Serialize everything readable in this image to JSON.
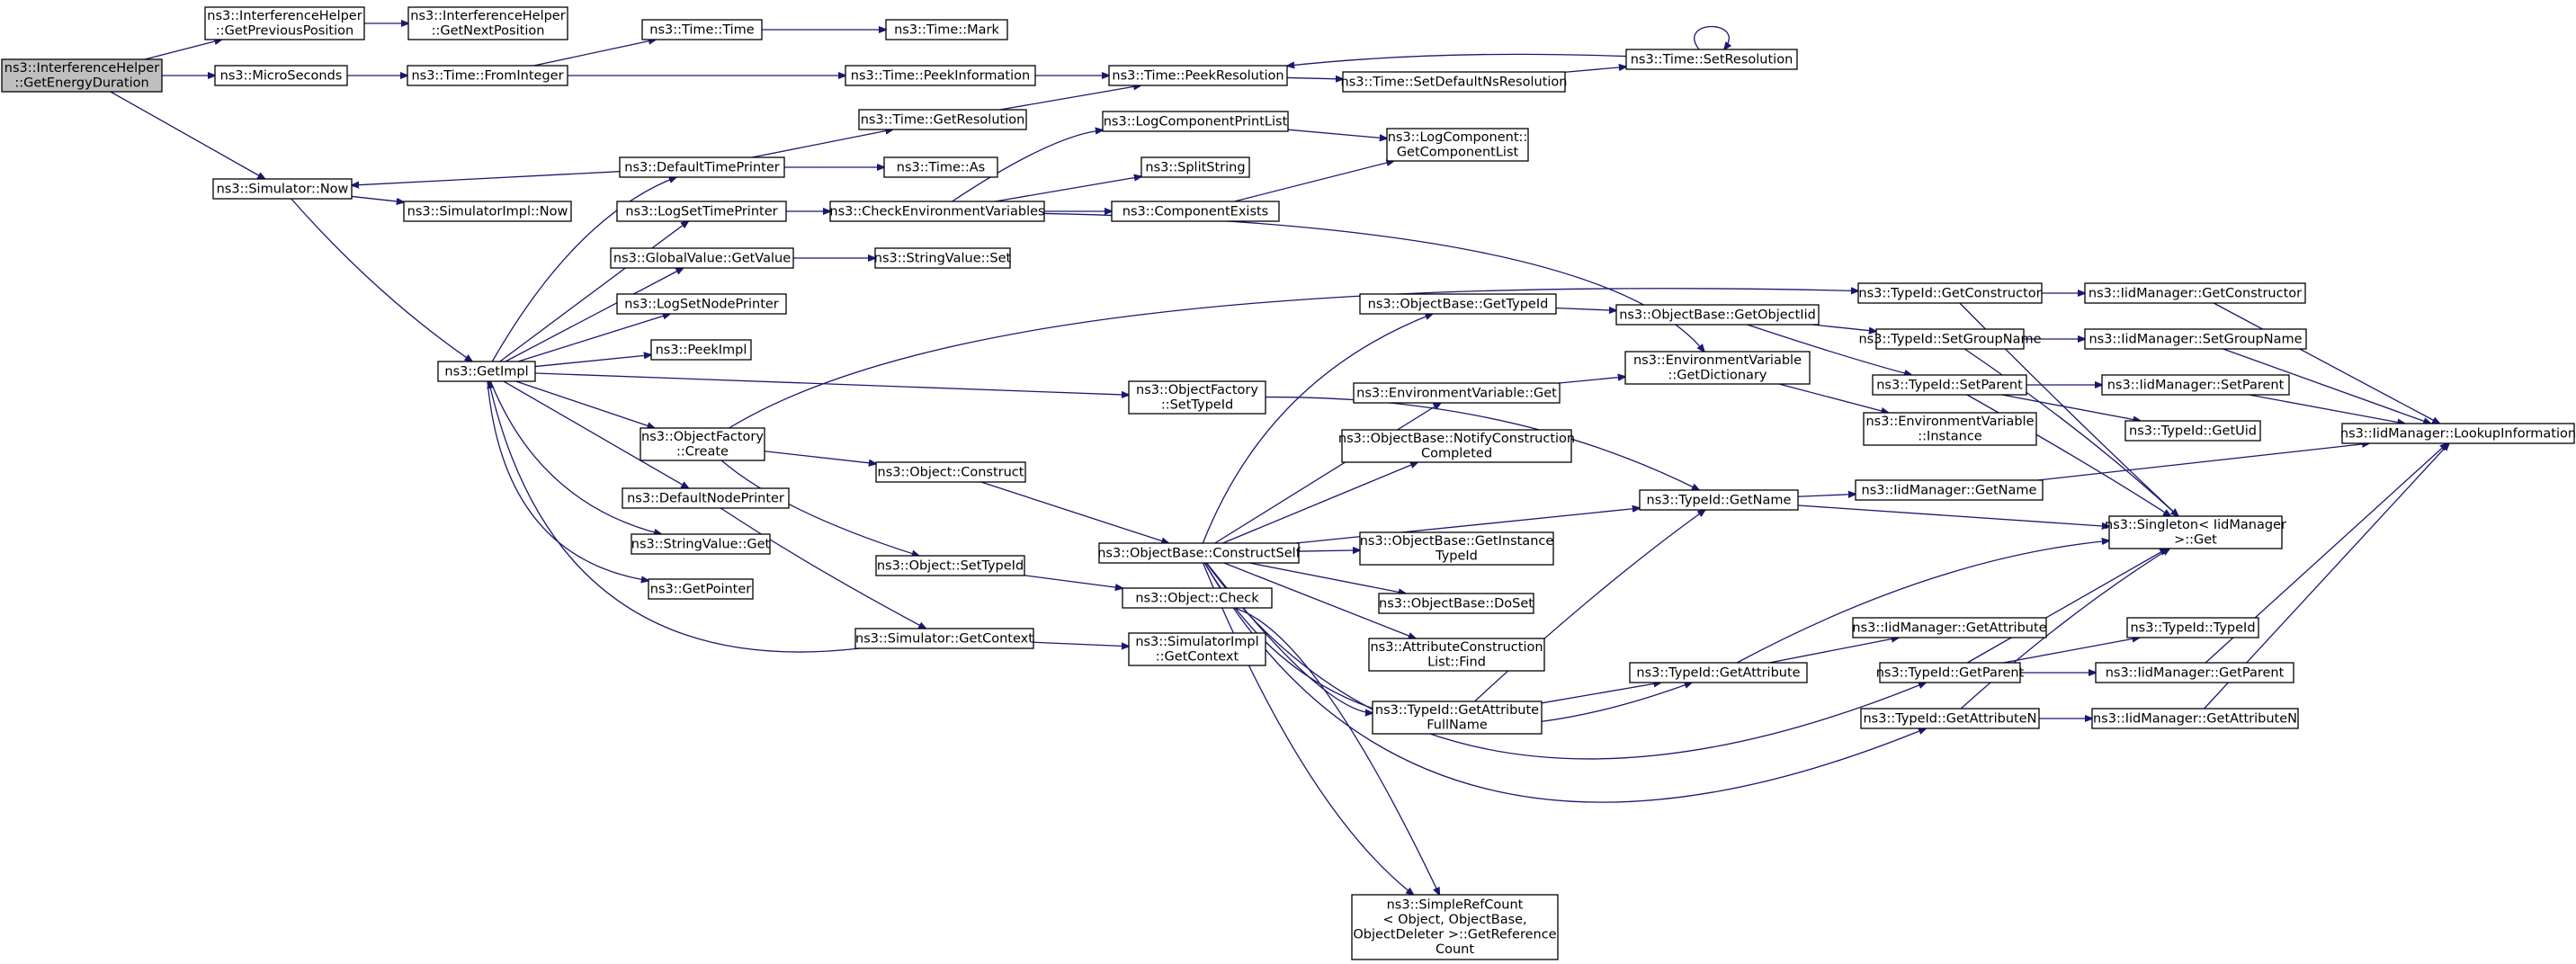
{
  "nodes": [
    {
      "id": "root",
      "lines": [
        "ns3::InterferenceHelper",
        "::GetEnergyDuration"
      ]
    },
    {
      "id": "n_getprevpos",
      "lines": [
        "ns3::InterferenceHelper",
        "::GetPreviousPosition"
      ]
    },
    {
      "id": "n_getnextpos",
      "lines": [
        "ns3::InterferenceHelper",
        "::GetNextPosition"
      ]
    },
    {
      "id": "n_microseconds",
      "lines": [
        "ns3::MicroSeconds"
      ]
    },
    {
      "id": "n_frominteger",
      "lines": [
        "ns3::Time::FromInteger"
      ]
    },
    {
      "id": "n_time",
      "lines": [
        "ns3::Time::Time"
      ]
    },
    {
      "id": "n_mark",
      "lines": [
        "ns3::Time::Mark"
      ]
    },
    {
      "id": "n_peekinfo",
      "lines": [
        "ns3::Time::PeekInformation"
      ]
    },
    {
      "id": "n_peekres",
      "lines": [
        "ns3::Time::PeekResolution"
      ]
    },
    {
      "id": "n_setdefaultns",
      "lines": [
        "ns3::Time::SetDefaultNsResolution"
      ]
    },
    {
      "id": "n_setres",
      "lines": [
        "ns3::Time::SetResolution"
      ]
    },
    {
      "id": "n_getres",
      "lines": [
        "ns3::Time::GetResolution"
      ]
    },
    {
      "id": "n_simnow",
      "lines": [
        "ns3::Simulator::Now"
      ]
    },
    {
      "id": "n_simimplnow",
      "lines": [
        "ns3::SimulatorImpl::Now"
      ]
    },
    {
      "id": "n_defaulttime",
      "lines": [
        "ns3::DefaultTimePrinter"
      ]
    },
    {
      "id": "n_timeas",
      "lines": [
        "ns3::Time::As"
      ]
    },
    {
      "id": "n_logsettime",
      "lines": [
        "ns3::LogSetTimePrinter"
      ]
    },
    {
      "id": "n_checkenv",
      "lines": [
        "ns3::CheckEnvironmentVariables"
      ]
    },
    {
      "id": "n_logcompprint",
      "lines": [
        "ns3::LogComponentPrintList"
      ]
    },
    {
      "id": "n_logcompget",
      "lines": [
        "ns3::LogComponent::",
        "GetComponentList"
      ]
    },
    {
      "id": "n_splitstring",
      "lines": [
        "ns3::SplitString"
      ]
    },
    {
      "id": "n_compexists",
      "lines": [
        "ns3::ComponentExists"
      ]
    },
    {
      "id": "n_globalvalue",
      "lines": [
        "ns3::GlobalValue::GetValue"
      ]
    },
    {
      "id": "n_stringvalueset",
      "lines": [
        "ns3::StringValue::Set"
      ]
    },
    {
      "id": "n_logsetnode",
      "lines": [
        "ns3::LogSetNodePrinter"
      ]
    },
    {
      "id": "n_peekimpl",
      "lines": [
        "ns3::PeekImpl"
      ]
    },
    {
      "id": "n_getimpl",
      "lines": [
        "ns3::GetImpl"
      ]
    },
    {
      "id": "n_objfactcreate",
      "lines": [
        "ns3::ObjectFactory",
        "::Create"
      ]
    },
    {
      "id": "n_defaultnode",
      "lines": [
        "ns3::DefaultNodePrinter"
      ]
    },
    {
      "id": "n_stringvalueget",
      "lines": [
        "ns3::StringValue::Get"
      ]
    },
    {
      "id": "n_getpointer",
      "lines": [
        "ns3::GetPointer"
      ]
    },
    {
      "id": "n_simgetctx",
      "lines": [
        "ns3::Simulator::GetContext"
      ]
    },
    {
      "id": "n_simimplgetctx",
      "lines": [
        "ns3::SimulatorImpl",
        "::GetContext"
      ]
    },
    {
      "id": "n_objfactsettype",
      "lines": [
        "ns3::ObjectFactory",
        "::SetTypeId"
      ]
    },
    {
      "id": "n_objconstruct",
      "lines": [
        "ns3::Object::Construct"
      ]
    },
    {
      "id": "n_objsettype",
      "lines": [
        "ns3::Object::SetTypeId"
      ]
    },
    {
      "id": "n_objcheck",
      "lines": [
        "ns3::Object::Check"
      ]
    },
    {
      "id": "n_constructself",
      "lines": [
        "ns3::ObjectBase::ConstructSelf"
      ]
    },
    {
      "id": "n_objbasegettype",
      "lines": [
        "ns3::ObjectBase::GetTypeId"
      ]
    },
    {
      "id": "n_envget",
      "lines": [
        "ns3::EnvironmentVariable::Get"
      ]
    },
    {
      "id": "n_notifyconst",
      "lines": [
        "ns3::ObjectBase::NotifyConstruction",
        "Completed"
      ]
    },
    {
      "id": "n_getinstancetype",
      "lines": [
        "ns3::ObjectBase::GetInstance",
        "TypeId"
      ]
    },
    {
      "id": "n_doset",
      "lines": [
        "ns3::ObjectBase::DoSet"
      ]
    },
    {
      "id": "n_attrconstfind",
      "lines": [
        "ns3::AttributeConstruction",
        "List::Find"
      ]
    },
    {
      "id": "n_getattrfull",
      "lines": [
        "ns3::TypeId::GetAttribute",
        "FullName"
      ]
    },
    {
      "id": "n_simplerefcount",
      "lines": [
        "ns3::SimpleRefCount",
        "< Object, ObjectBase,",
        "ObjectDeleter >::GetReference",
        "Count"
      ]
    },
    {
      "id": "n_getobjectiid",
      "lines": [
        "ns3::ObjectBase::GetObjectIid"
      ]
    },
    {
      "id": "n_envgetdict",
      "lines": [
        "ns3::EnvironmentVariable",
        "::GetDictionary"
      ]
    },
    {
      "id": "n_envinstance",
      "lines": [
        "ns3::EnvironmentVariable",
        "::Instance"
      ]
    },
    {
      "id": "n_typeidgetname",
      "lines": [
        "ns3::TypeId::GetName"
      ]
    },
    {
      "id": "n_typeidgetattr",
      "lines": [
        "ns3::TypeId::GetAttribute"
      ]
    },
    {
      "id": "n_typeidgetctor",
      "lines": [
        "ns3::TypeId::GetConstructor"
      ]
    },
    {
      "id": "n_typeidsetgroup",
      "lines": [
        "ns3::TypeId::SetGroupName"
      ]
    },
    {
      "id": "n_typeidsetparent",
      "lines": [
        "ns3::TypeId::SetParent"
      ]
    },
    {
      "id": "n_typeidgetuid",
      "lines": [
        "ns3::TypeId::GetUid"
      ]
    },
    {
      "id": "n_iidgetname",
      "lines": [
        "ns3::IidManager::GetName"
      ]
    },
    {
      "id": "n_iidgetattr",
      "lines": [
        "ns3::IidManager::GetAttribute"
      ]
    },
    {
      "id": "n_typeidtypeid",
      "lines": [
        "ns3::TypeId::TypeId"
      ]
    },
    {
      "id": "n_typeidgetparent",
      "lines": [
        "ns3::TypeId::GetParent"
      ]
    },
    {
      "id": "n_typeidgetattrn",
      "lines": [
        "ns3::TypeId::GetAttributeN"
      ]
    },
    {
      "id": "n_iidgetctor",
      "lines": [
        "ns3::IidManager::GetConstructor"
      ]
    },
    {
      "id": "n_iidsetgroup",
      "lines": [
        "ns3::IidManager::SetGroupName"
      ]
    },
    {
      "id": "n_iidsetparent",
      "lines": [
        "ns3::IidManager::SetParent"
      ]
    },
    {
      "id": "n_iidgetparent",
      "lines": [
        "ns3::IidManager::GetParent"
      ]
    },
    {
      "id": "n_iidgetattrn",
      "lines": [
        "ns3::IidManager::GetAttributeN"
      ]
    },
    {
      "id": "n_singletonget",
      "lines": [
        "ns3::Singleton< IidManager",
        ">::Get"
      ]
    },
    {
      "id": "n_iidlookup",
      "lines": [
        "ns3::IidManager::LookupInformation"
      ]
    }
  ]
}
